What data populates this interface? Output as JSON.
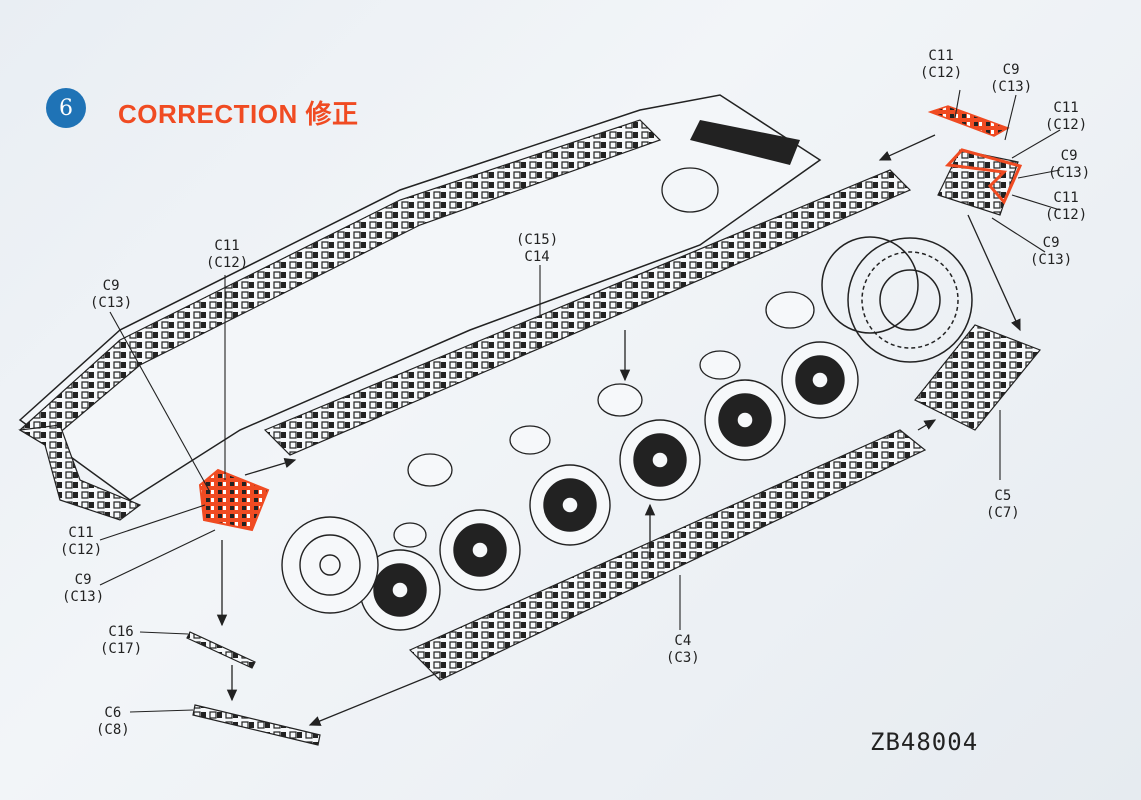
{
  "step": {
    "number": "6",
    "title": "CORRECTION 修正"
  },
  "product_code": "ZB48004",
  "colors": {
    "highlight": "#f04b22",
    "badge": "#1f73b6",
    "ink": "#222222"
  },
  "callouts": [
    {
      "id": "c11-c12-top",
      "primary": "C11",
      "secondary": "(C12)"
    },
    {
      "id": "c9-c13-top",
      "primary": "C9",
      "secondary": "(C13)"
    },
    {
      "id": "c11-c12-r1",
      "primary": "C11",
      "secondary": "(C12)"
    },
    {
      "id": "c9-c13-r1",
      "primary": "C9",
      "secondary": "(C13)"
    },
    {
      "id": "c11-c12-r2",
      "primary": "C11",
      "secondary": "(C12)"
    },
    {
      "id": "c9-c13-r2",
      "primary": "C9",
      "secondary": "(C13)"
    },
    {
      "id": "c15-c14",
      "primary": "(C15)",
      "secondary": "C14"
    },
    {
      "id": "c11-c12-left",
      "primary": "C11",
      "secondary": "(C12)"
    },
    {
      "id": "c9-c13-left",
      "primary": "C9",
      "secondary": "(C13)"
    },
    {
      "id": "c11-c12-low",
      "primary": "C11",
      "secondary": "(C12)"
    },
    {
      "id": "c9-c13-low",
      "primary": "C9",
      "secondary": "(C13)"
    },
    {
      "id": "c5-c7",
      "primary": "C5",
      "secondary": "(C7)"
    },
    {
      "id": "c4-c3",
      "primary": "C4",
      "secondary": "(C3)"
    },
    {
      "id": "c16-c17",
      "primary": "C16",
      "secondary": "(C17)"
    },
    {
      "id": "c6-c8",
      "primary": "C6",
      "secondary": "(C8)"
    }
  ]
}
